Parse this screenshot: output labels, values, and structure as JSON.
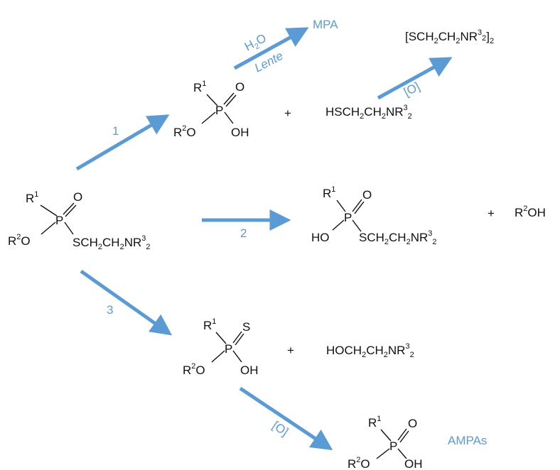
{
  "colors": {
    "arrow": "#5b9bd5",
    "text": "#111111"
  },
  "reactant": {
    "r1": "R",
    "r1_sup": "1",
    "p": "P",
    "o": "O",
    "r2o_r": "R",
    "r2o_sup": "2",
    "r2o_o": "O",
    "s_group": "SCH",
    "s_sub1": "2",
    "s_ch": "CH",
    "s_sub2": "2",
    "s_nr": "NR",
    "s_sup3": "3",
    "s_sub3": "2"
  },
  "path1": {
    "label": "1",
    "acid": {
      "r1": "R",
      "r1_sup": "1",
      "p": "P",
      "o": "O",
      "r2": "R",
      "r2_sup": "2",
      "r2o_o": "O",
      "oh": "OH"
    },
    "plus": "+",
    "thiol": {
      "a": "HSCH",
      "s1": "2",
      "b": "CH",
      "s2": "2",
      "c": "NR",
      "sup": "3",
      "s3": "2"
    },
    "hydrolysis": {
      "h": "H",
      "sub": "2",
      "o": "O",
      "note": "Lente",
      "product": "MPA"
    },
    "oxidation": {
      "label": "[O]",
      "product": {
        "a": "[SCH",
        "s1": "2",
        "b": "CH",
        "s2": "2",
        "c": "NR",
        "sup": "3",
        "s3": "2",
        "d": "]",
        "s4": "2"
      }
    }
  },
  "path2": {
    "label": "2",
    "product": {
      "r1": "R",
      "r1_sup": "1",
      "p": "P",
      "o": "O",
      "ho": "HO",
      "s_a": "SCH",
      "s1": "2",
      "s_b": "CH",
      "s2": "2",
      "s_c": "NR",
      "sup": "3",
      "s3": "2"
    },
    "plus": "+",
    "alcohol": {
      "r": "R",
      "sup": "2",
      "oh": "OH"
    }
  },
  "path3": {
    "label": "3",
    "thio": {
      "r1": "R",
      "r1_sup": "1",
      "p": "P",
      "s": "S",
      "r2": "R",
      "r2_sup": "2",
      "r2o_o": "O",
      "oh": "OH"
    },
    "plus": "+",
    "amine": {
      "a": "HOCH",
      "s1": "2",
      "b": "CH",
      "s2": "2",
      "c": "NR",
      "sup": "3",
      "s3": "2"
    },
    "oxidation_label": "[O]",
    "final": {
      "r1": "R",
      "r1_sup": "1",
      "p": "P",
      "o": "O",
      "r2": "R",
      "r2_sup": "2",
      "r2o_o": "O",
      "oh": "OH",
      "label": "AMPAs"
    }
  }
}
